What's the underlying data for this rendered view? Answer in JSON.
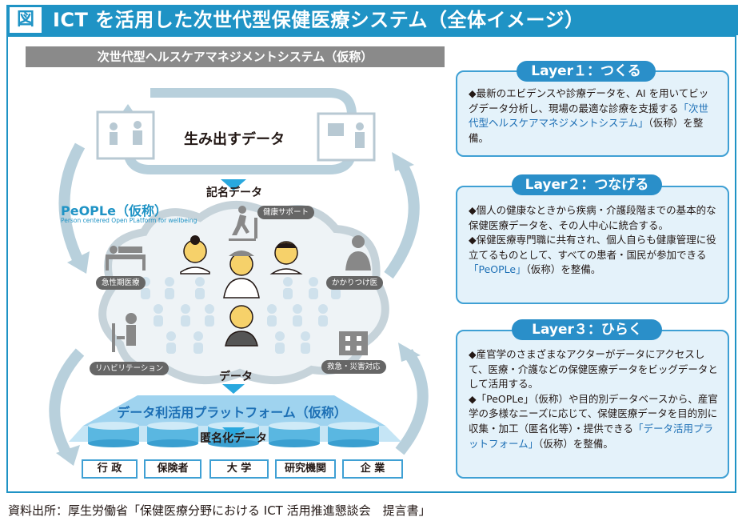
{
  "title": {
    "label": "図",
    "text": "ICT を活用した次世代型保健医療システム（全体イメージ）"
  },
  "system_banner": "次世代型ヘルスケアマネジメントシステム（仮称）",
  "diagram": {
    "generate_data": "生み出すデータ",
    "named_data": "記名データ",
    "people_name": "PeOPLe（仮称）",
    "people_sub": "Person centered Open PLatform for wellbeing",
    "data": "データ",
    "platform": "データ利活用プラットフォーム（仮称）",
    "anon_data": "匿名化データ",
    "pills": {
      "health_support": "健康サポート",
      "acute": "急性期医療",
      "family_doctor": "かかりつけ医",
      "rehab": "リハビリテーション",
      "emergency": "救急・災害対応"
    },
    "stakeholders": [
      "行 政",
      "保険者",
      "大 学",
      "研究機関",
      "企 業"
    ]
  },
  "layers": [
    {
      "tab": "Layer１：つくる",
      "text_a": "◆最新のエビデンスや診療データを、AI を用いてビッグデータ分析し、現場の最適な診療を支援する",
      "highlight": "「次世代型ヘルスケアマネジメントシステム」",
      "text_b": "（仮称）を整備。"
    },
    {
      "tab": "Layer２：つなげる",
      "para1": "◆個人の健康なときから疾病・介護段階までの基本的な保健医療データを、その人中心に統合する。",
      "para2_a": "◆保健医療専門職に共有され、個人自らも健康管理に役立てるものとして、すべての患者・国民が参加できる",
      "highlight": "「PeOPLe」",
      "para2_b": "（仮称）を整備。"
    },
    {
      "tab": "Layer３：ひらく",
      "para1": "◆産官学のさまざまなアクターがデータにアクセスして、医療・介護などの保健医療データをビッグデータとして活用する。",
      "para2_a": "◆「PeOPLe」（仮称）や目的別データベースから、産官学の多様なニーズに応じて、保健医療データを目的別に収集・加工（匿名化等）・提供できる",
      "highlight": "「データ活用プラットフォーム」",
      "para2_b": "（仮称）を整備。"
    }
  ],
  "source": "資料出所：厚生労働省「保健医療分野における ICT 活用推進懇談会　提言書」"
}
